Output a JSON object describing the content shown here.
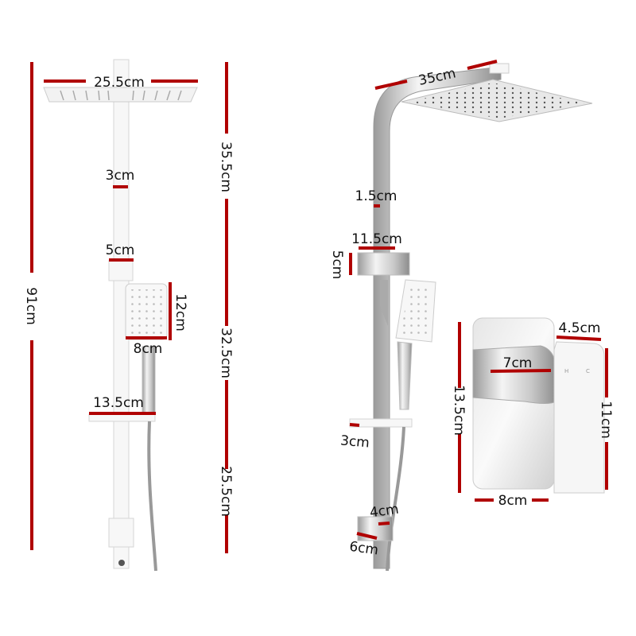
{
  "colors": {
    "dimension_line": "#b00000",
    "text": "#111111",
    "background": "#ffffff"
  },
  "front_view": {
    "total_height": "91cm",
    "head_width": "25.5cm",
    "upper_pipe_length": "35.5cm",
    "middle_rail_length": "32.5cm",
    "lower_rail_length": "25.5cm",
    "upper_pipe_width": "3cm",
    "rail_width": "5cm",
    "hand_shower_height": "12cm",
    "hand_shower_width": "8cm",
    "soap_shelf_width": "13.5cm"
  },
  "side_view": {
    "arm_length": "35cm",
    "pipe_thickness": "1.5cm",
    "slider_width": "11.5cm",
    "slider_height": "5cm",
    "shelf_depth": "3cm",
    "bracket_width": "4cm",
    "bracket_depth": "6cm"
  },
  "mixer": {
    "lever_width": "4.5cm",
    "lever_depth": "7cm",
    "plate_height": "13.5cm",
    "lever_height": "11cm",
    "plate_width": "8cm",
    "lever_marks": [
      "H",
      "C"
    ]
  }
}
